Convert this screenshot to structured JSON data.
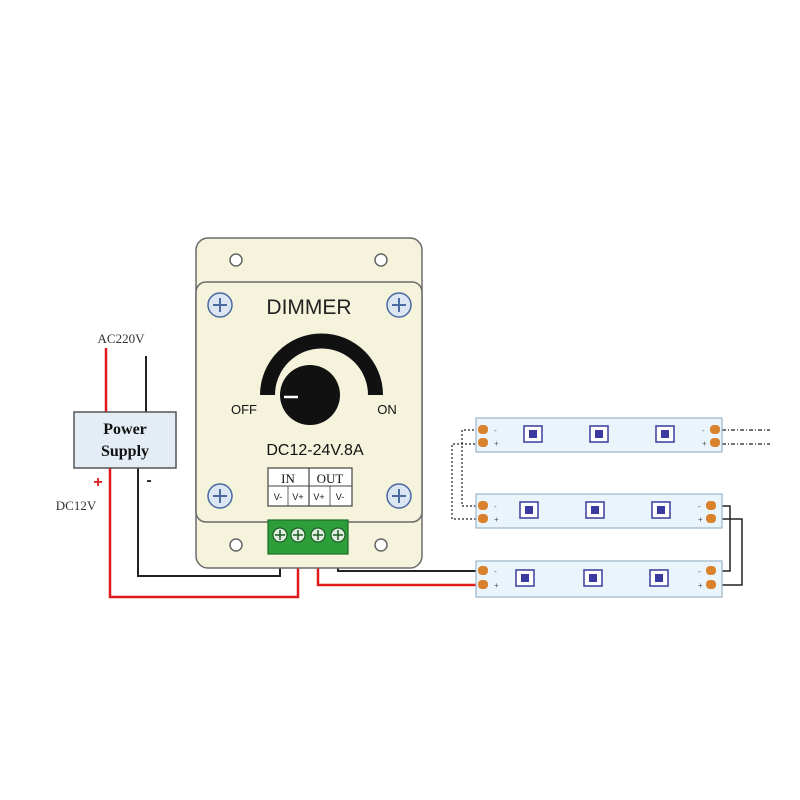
{
  "dimmer": {
    "title": "DIMMER",
    "off_label": "OFF",
    "on_label": "ON",
    "rating": "DC12-24V.8A",
    "terminal_in_label": "IN",
    "terminal_out_label": "OUT",
    "pin_labels": [
      "V-",
      "V+",
      "V+",
      "V-"
    ]
  },
  "power_supply": {
    "label_line1": "Power",
    "label_line2": "Supply",
    "input_label": "AC220V",
    "output_label": "DC12V",
    "plus_sign": "+",
    "minus_sign": "-"
  },
  "led_strip": {
    "pad_minus": "-",
    "pad_plus": "+",
    "strip_count": 3,
    "leds_per_strip": 3
  },
  "colors": {
    "positive_wire": "#e01b1b",
    "negative_wire": "#222222",
    "terminal_green": "#2e9e3a",
    "led_blue": "#3a3aa0",
    "solder_pad": "#d9822b",
    "dimmer_body": "#f6f3dc",
    "supply_box": "#e4ecf5"
  }
}
